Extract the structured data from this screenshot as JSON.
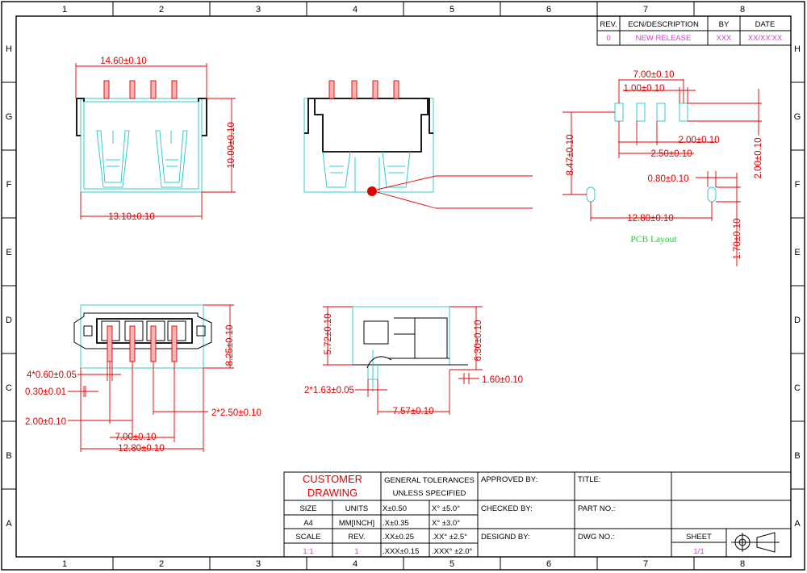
{
  "grid": {
    "columns": [
      "1",
      "2",
      "3",
      "4",
      "5",
      "6",
      "7",
      "8"
    ],
    "rows": [
      "H",
      "G",
      "F",
      "E",
      "D",
      "C",
      "B",
      "A"
    ]
  },
  "revision_table": {
    "headers": [
      "REV.",
      "ECN/DESCRIPTION",
      "BY",
      "DATE"
    ],
    "row": [
      "0",
      "NEW RELEASE",
      "XXX",
      "XX/XX'XX"
    ]
  },
  "dimensions": {
    "top_width": "14.60±0.10",
    "front_height": "10.00±0.10",
    "bottom_width": "13.10±0.10",
    "pitch_7": "7.00±0.10",
    "pad_width": "1.00±0.10",
    "pad_gap": "2.00±0.10",
    "pitch_2_5": "2.50±0.10",
    "pcb_height": "8.47±0.10",
    "pad_len": "2.00±0.10",
    "slot_w": "0.80±0.10",
    "slot_span": "12.80±0.10",
    "slot_len": "1.70±0.10",
    "pin_width": "4*0.60±0.05",
    "pin_thk": "0.30±0.01",
    "left_gap": "2.00±0.10",
    "pin_pitch": "2*2.50±0.10",
    "outer_pitch": "7.00±0.10",
    "outer_span": "12.80±0.10",
    "side_height": "8.25±0.10",
    "side_h1": "5.72±0.10",
    "side_h2": "6.30±0.10",
    "side_w1": "1.60±0.10",
    "side_peg": "2*1.63±0.05",
    "side_span": "7.57±0.10"
  },
  "pcb_label": "PCB Layout",
  "title_block": {
    "customer_line1": "CUSTOMER",
    "customer_line2": "DRAWING",
    "tol_line1": "GENERAL TOLERANCES",
    "tol_line2": "UNLESS SPECIFIED",
    "approved": "APPROVED BY:",
    "title": "TITLE:",
    "size_label": "SIZE",
    "size_value": "A4",
    "units_label": "UNITS",
    "units_value": "MM[INCH]",
    "tol_x": "X±0.50",
    "tol_ang1": "X° ±5.0°",
    "checked": "CHECKED BY:",
    "part_no": "PART NO.:",
    "tol_x1": ".X±0.35",
    "tol_ang2": "X° ±3.0°",
    "scale_label": "SCALE",
    "rev_label": "REV.",
    "tol_x2": ".XX±0.25",
    "tol_ang3": ".XX° ±2.5°",
    "designed": "DESIGND BY:",
    "dwg_no": "DWG NO.:",
    "sheet_label": "SHEET",
    "scale_value": "1:1",
    "rev_value": "1",
    "tol_x3": ".XXX±0.15",
    "tol_ang4": ".XXX° ±2.0°",
    "sheet_value": "1/1"
  }
}
